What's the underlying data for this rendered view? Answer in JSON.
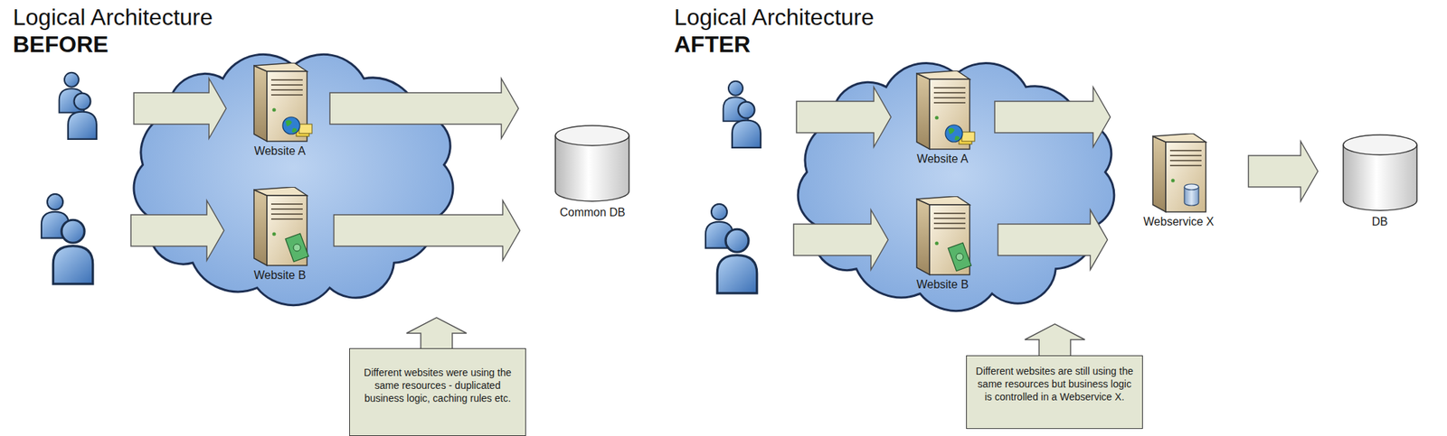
{
  "diagram": {
    "nodes": [
      {
        "text": [
          "Website A"
        ]
      },
      {
        "text": [
          "Website B"
        ]
      },
      {
        "text": [
          "Common DB"
        ]
      },
      {
        "text": [
          "Different websites were using the same resources - duplicated business logic, caching rules etc."
        ]
      },
      {
        "text": [
          "Website A"
        ]
      },
      {
        "text": [
          "Website B"
        ]
      },
      {
        "text": [
          "Webservice X"
        ]
      },
      {
        "text": [
          "DB"
        ]
      },
      {
        "text": [
          "Different websites are still using the same resources but business logic is controlled in a Webservice X."
        ]
      }
    ],
    "edges": [
      {
        "from": 0,
        "to": 2,
        "arrow": "to"
      },
      {
        "from": 1,
        "to": 2,
        "arrow": "to"
      },
      {
        "from": 4,
        "to": 6,
        "arrow": "to"
      },
      {
        "from": 5,
        "to": 6,
        "arrow": "to"
      },
      {
        "from": 6,
        "to": 7,
        "arrow": "to"
      }
    ],
    "labels": [
      "Logical Architecture",
      "BEFORE",
      "Logical Architecture",
      "AFTER"
    ]
  }
}
